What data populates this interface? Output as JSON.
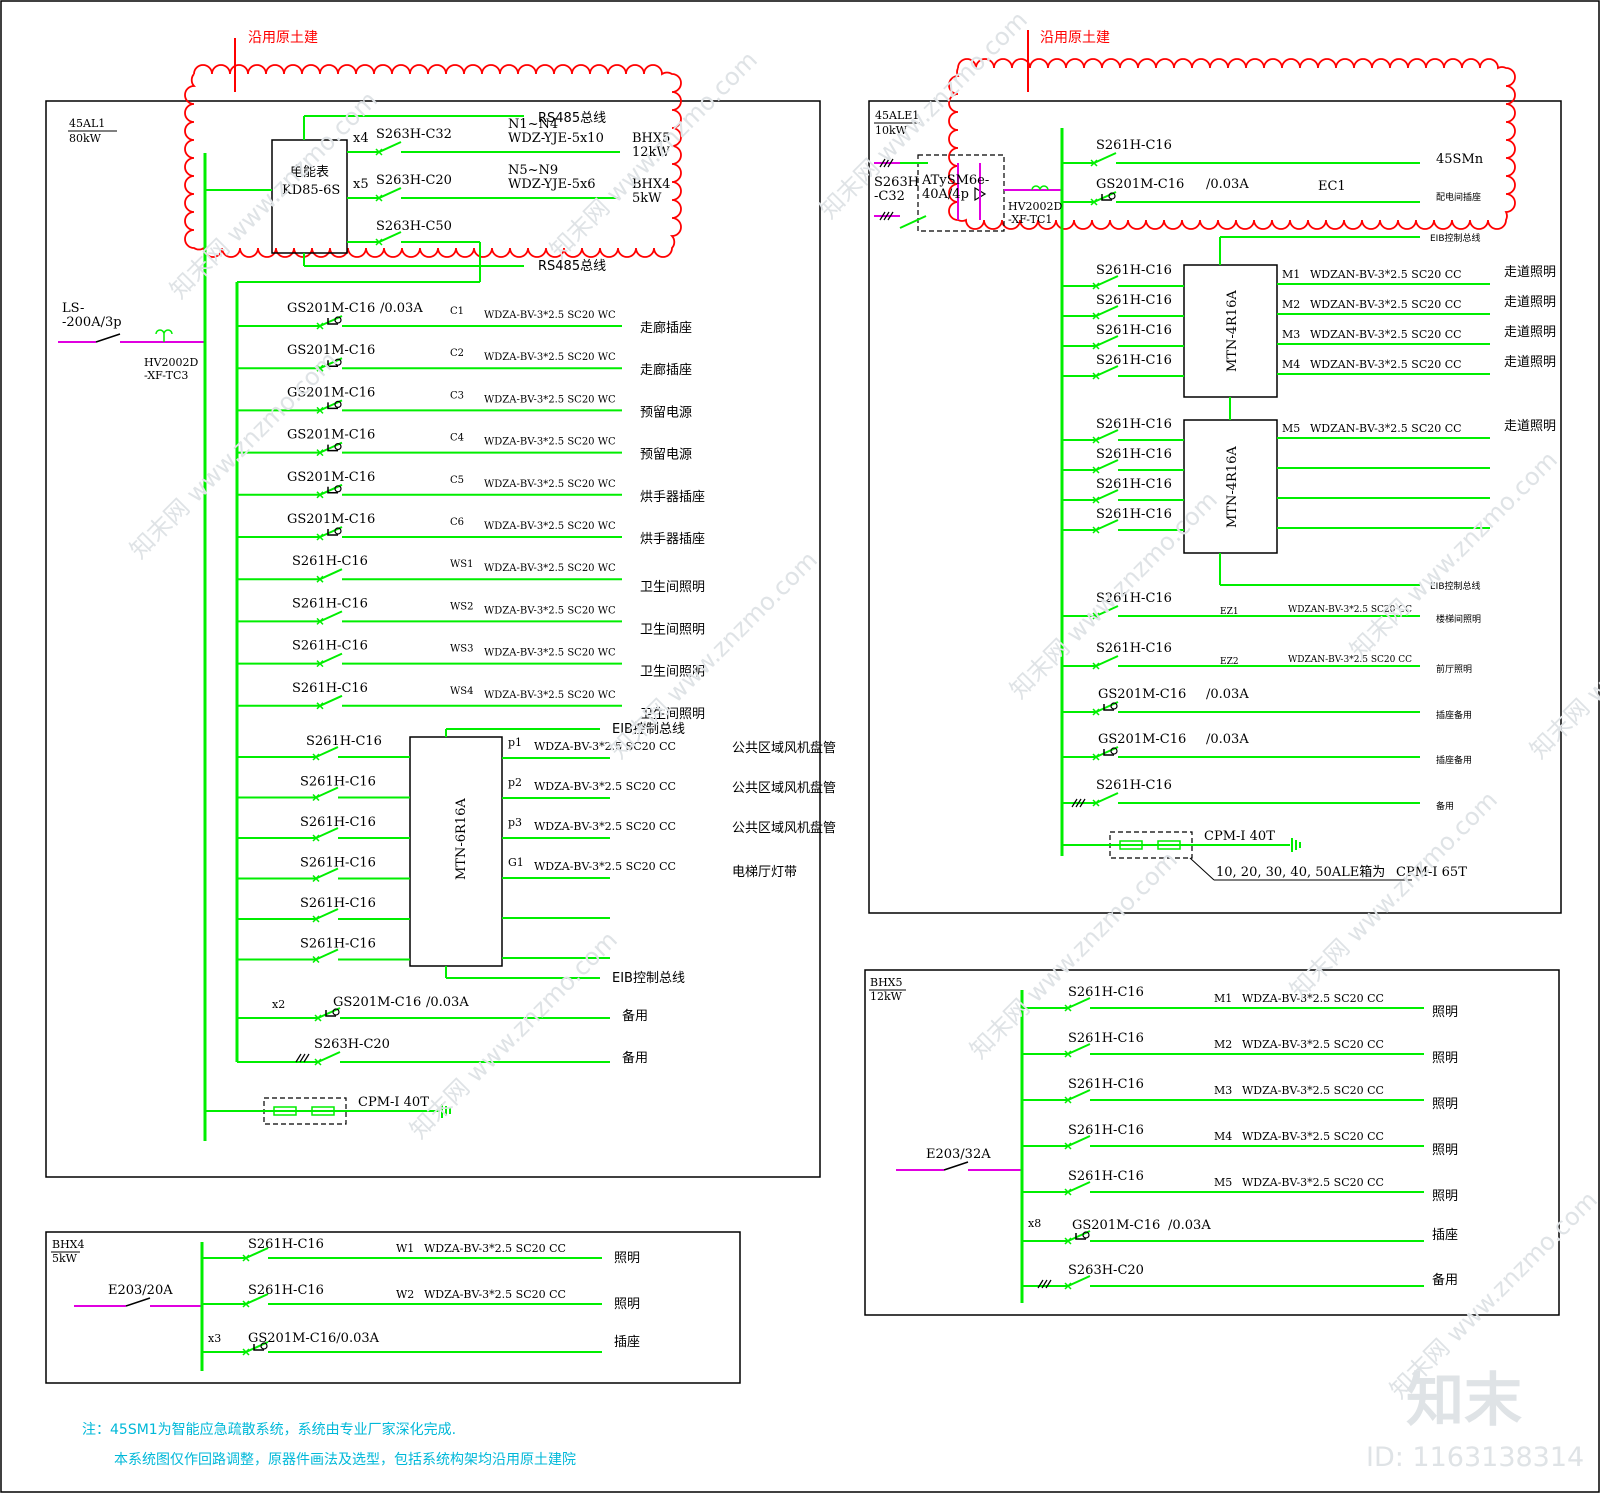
{
  "colors": {
    "wire": "#00ee00",
    "feeder": "#e000e0",
    "note": "#00b8d8",
    "revision": "#ff0000",
    "box": "#000000"
  },
  "revision_note": "沿用原土建",
  "watermark": {
    "site": "www.znzmo.com",
    "brand": "知末网",
    "logo": "知末",
    "id": "ID: 1163138314"
  },
  "panel_45AL1": {
    "name": "45AL1",
    "power": "80kW",
    "incomer": "LS-\n-200A/3p",
    "spd": "HV2002D\n-XF-TC3",
    "meter": {
      "title": "电能表",
      "model": "KD85-6S"
    },
    "meter_feeders": [
      {
        "mult": "x4",
        "breaker": "S263H-C32",
        "cond1": "N1~N4",
        "cond2": "WDZ-YJE-5x10",
        "dest": "BHX5",
        "power": "12kW"
      },
      {
        "mult": "x5",
        "breaker": "S263H-C20",
        "cond1": "N5~N9",
        "cond2": "WDZ-YJE-5x6",
        "dest": "BHX4",
        "power": "5kW"
      }
    ],
    "meter_breaker": "S263H-C50",
    "rs485": "RS485总线",
    "circuits": [
      {
        "breaker": "GS201M-C16",
        "rcd": "/0.03A",
        "id": "C1",
        "cable": "WDZA-BV-3*2.5 SC20 WC",
        "load": "走廊插座"
      },
      {
        "breaker": "GS201M-C16",
        "rcd": "",
        "id": "C2",
        "cable": "WDZA-BV-3*2.5 SC20 WC",
        "load": "走廊插座"
      },
      {
        "breaker": "GS201M-C16",
        "rcd": "",
        "id": "C3",
        "cable": "WDZA-BV-3*2.5 SC20 WC",
        "load": "预留电源"
      },
      {
        "breaker": "GS201M-C16",
        "rcd": "",
        "id": "C4",
        "cable": "WDZA-BV-3*2.5 SC20 WC",
        "load": "预留电源"
      },
      {
        "breaker": "GS201M-C16",
        "rcd": "",
        "id": "C5",
        "cable": "WDZA-BV-3*2.5 SC20 WC",
        "load": "烘手器插座"
      },
      {
        "breaker": "GS201M-C16",
        "rcd": "",
        "id": "C6",
        "cable": "WDZA-BV-3*2.5 SC20 WC",
        "load": "烘手器插座"
      },
      {
        "breaker": "S261H-C16",
        "rcd": "",
        "id": "WS1",
        "cable": "WDZA-BV-3*2.5 SC20 WC",
        "load": "卫生间照明"
      },
      {
        "breaker": "S261H-C16",
        "rcd": "",
        "id": "WS2",
        "cable": "WDZA-BV-3*2.5 SC20 WC",
        "load": "卫生间照明"
      },
      {
        "breaker": "S261H-C16",
        "rcd": "",
        "id": "WS3",
        "cable": "WDZA-BV-3*2.5 SC20 WC",
        "load": "卫生间照明"
      },
      {
        "breaker": "S261H-C16",
        "rcd": "",
        "id": "WS4",
        "cable": "WDZA-BV-3*2.5 SC20 WC",
        "load": "卫生间照明"
      }
    ],
    "module": "MTN-6R16A",
    "module_breakers": [
      "S261H-C16",
      "S261H-C16",
      "S261H-C16",
      "S261H-C16",
      "S261H-C16",
      "S261H-C16"
    ],
    "module_outputs": [
      {
        "id": "p1",
        "cable": "WDZA-BV-3*2.5 SC20 CC",
        "load": "公共区域风机盘管"
      },
      {
        "id": "p2",
        "cable": "WDZA-BV-3*2.5 SC20 CC",
        "load": "公共区域风机盘管"
      },
      {
        "id": "p3",
        "cable": "WDZA-BV-3*2.5 SC20 CC",
        "load": "公共区域风机盘管"
      },
      {
        "id": "G1",
        "cable": "WDZA-BV-3*2.5 SC20 CC",
        "load": "电梯厅灯带"
      }
    ],
    "eib": "EIB控制总线",
    "spare1": {
      "mult": "x2",
      "breaker": "GS201M-C16",
      "rcd": "/0.03A",
      "load": "备用"
    },
    "spare2": {
      "breaker": "S263H-C20",
      "load": "备用"
    },
    "spd_box": "CPM-I 40T"
  },
  "panel_45ALE1": {
    "name": "45ALE1",
    "power": "10kW",
    "incomer": "S263H\n-C32",
    "ats": "ATySM6e-\n40A/4p",
    "spd": "HV2002D\n-XF-TC1",
    "top": [
      {
        "breaker": "S261H-C16",
        "rcd": "",
        "id": "",
        "load": "45SMn"
      },
      {
        "breaker": "GS201M-C16",
        "rcd": "/0.03A",
        "id": "EC1",
        "load": "配电间插座"
      }
    ],
    "eib": "EIB控制总线",
    "module1": "MTN-4R16A",
    "module2": "MTN-4R16A",
    "module1_breakers": [
      "S261H-C16",
      "S261H-C16",
      "S261H-C16",
      "S261H-C16"
    ],
    "module2_breakers": [
      "S261H-C16",
      "S261H-C16",
      "S261H-C16",
      "S261H-C16"
    ],
    "outputs": [
      {
        "id": "M1",
        "cable": "WDZAN-BV-3*2.5 SC20 CC",
        "load": "走道照明"
      },
      {
        "id": "M2",
        "cable": "WDZAN-BV-3*2.5 SC20 CC",
        "load": "走道照明"
      },
      {
        "id": "M3",
        "cable": "WDZAN-BV-3*2.5 SC20 CC",
        "load": "走道照明"
      },
      {
        "id": "M4",
        "cable": "WDZAN-BV-3*2.5 SC20 CC",
        "load": "走道照明"
      },
      {
        "id": "M5",
        "cable": "WDZAN-BV-3*2.5 SC20 CC",
        "load": "走道照明"
      }
    ],
    "bottom": [
      {
        "breaker": "S261H-C16",
        "rcd": "",
        "id": "EZ1",
        "cable": "WDZAN-BV-3*2.5 SC20 CC",
        "load": "楼梯间照明"
      },
      {
        "breaker": "S261H-C16",
        "rcd": "",
        "id": "EZ2",
        "cable": "WDZAN-BV-3*2.5 SC20 CC",
        "load": "前厅照明"
      },
      {
        "breaker": "GS201M-C16",
        "rcd": "/0.03A",
        "id": "",
        "cable": "",
        "load": "插座备用"
      },
      {
        "breaker": "GS201M-C16",
        "rcd": "/0.03A",
        "id": "",
        "cable": "",
        "load": "插座备用"
      },
      {
        "breaker": "S261H-C16",
        "rcd": "",
        "id": "",
        "cable": "",
        "load": "备用"
      }
    ],
    "spd_box": "CPM-I 40T",
    "spd_note": "10, 20, 30, 40, 50ALE箱为",
    "spd_note2": "CPM-I 65T"
  },
  "panel_BHX5": {
    "name": "BHX5",
    "power": "12kW",
    "incomer": "E203/32A",
    "circuits": [
      {
        "mult": "",
        "breaker": "S261H-C16",
        "rcd": "",
        "id": "M1",
        "cable": "WDZA-BV-3*2.5 SC20 CC",
        "load": "照明"
      },
      {
        "mult": "",
        "breaker": "S261H-C16",
        "rcd": "",
        "id": "M2",
        "cable": "WDZA-BV-3*2.5 SC20 CC",
        "load": "照明"
      },
      {
        "mult": "",
        "breaker": "S261H-C16",
        "rcd": "",
        "id": "M3",
        "cable": "WDZA-BV-3*2.5 SC20 CC",
        "load": "照明"
      },
      {
        "mult": "",
        "breaker": "S261H-C16",
        "rcd": "",
        "id": "M4",
        "cable": "WDZA-BV-3*2.5 SC20 CC",
        "load": "照明"
      },
      {
        "mult": "",
        "breaker": "S261H-C16",
        "rcd": "",
        "id": "M5",
        "cable": "WDZA-BV-3*2.5 SC20 CC",
        "load": "照明"
      },
      {
        "mult": "x8",
        "breaker": "GS201M-C16",
        "rcd": "/0.03A",
        "id": "",
        "cable": "",
        "load": "插座"
      },
      {
        "mult": "",
        "breaker": "S263H-C20",
        "rcd": "",
        "id": "",
        "cable": "",
        "load": "备用"
      }
    ]
  },
  "panel_BHX4": {
    "name": "BHX4",
    "power": "5kW",
    "incomer": "E203/20A",
    "circuits": [
      {
        "mult": "",
        "breaker": "S261H-C16",
        "id": "W1",
        "cable": "WDZA-BV-3*2.5 SC20 CC",
        "load": "照明"
      },
      {
        "mult": "",
        "breaker": "S261H-C16",
        "id": "W2",
        "cable": "WDZA-BV-3*2.5 SC20 CC",
        "load": "照明"
      },
      {
        "mult": "x3",
        "breaker": "GS201M-C16/0.03A",
        "id": "",
        "cable": "",
        "load": "插座"
      }
    ]
  },
  "notes": {
    "line1": "注：45SM1为智能应急疏散系统，系统由专业厂家深化完成.",
    "line2": "本系统图仅作回路调整，原器件画法及选型，包括系统构架均沿用原土建院"
  }
}
